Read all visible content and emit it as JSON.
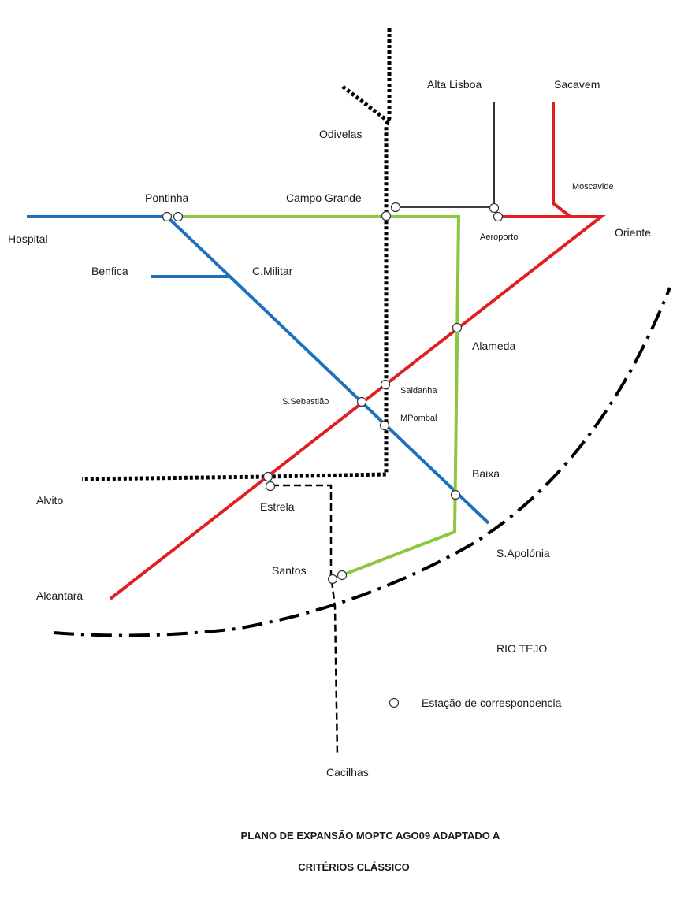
{
  "colors": {
    "blue_line": "#1f6fbf",
    "green_line": "#8dc63f",
    "red_line": "#e02020",
    "black_line": "#000000"
  },
  "labels": {
    "alta_lisboa": "Alta Lisboa",
    "sacavem": "Sacavem",
    "odivelas": "Odivelas",
    "moscavide": "Moscavide",
    "pontinha": "Pontinha",
    "campo_grande": "Campo Grande",
    "hospital": "Hospital",
    "aeroporto": "Aeroporto",
    "oriente": "Oriente",
    "benfica": "Benfica",
    "c_militar": "C.Militar",
    "alameda": "Alameda",
    "saldanha": "Saldanha",
    "s_sebastiao": "S.Sebastião",
    "m_pombal": "MPombal",
    "baixa": "Baixa",
    "alvito": "Alvito",
    "estrela": "Estrela",
    "s_apolonia": "S.Apolónia",
    "santos": "Santos",
    "alcantara": "Alcantara",
    "rio_tejo": "RIO TEJO",
    "cacilhas": "Cacilhas"
  },
  "legend": {
    "interchange": "Estação de correspondencia"
  },
  "title": {
    "line1": "PLANO DE EXPANSÃO MOPTC AGO09 ADAPTADO A",
    "line2": "CRITÉRIOS CLÁSSICO"
  }
}
